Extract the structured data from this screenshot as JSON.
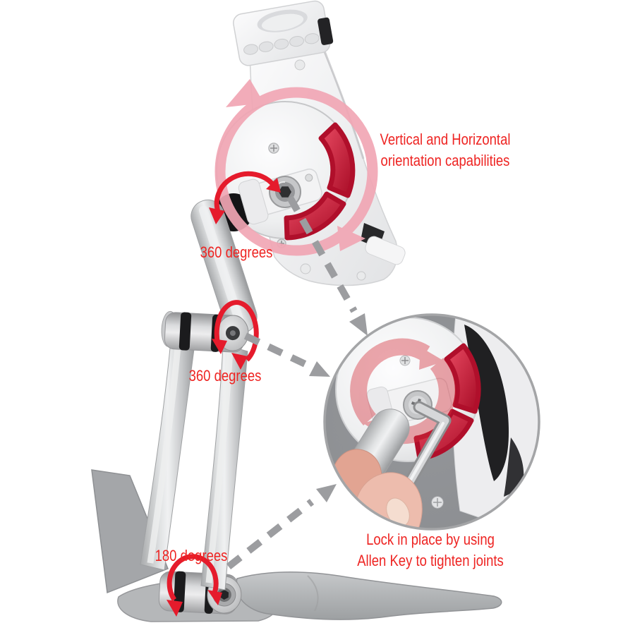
{
  "annotations": {
    "orientation_note": {
      "line1": "Vertical and Horizontal",
      "line2": "orientation capabilities"
    },
    "rotation_upper_label": "360 degrees",
    "rotation_middle_label": "360 degrees",
    "rotation_base_label": "180 degrees",
    "lock_note": {
      "line1": "Lock in place by using",
      "line2": "Allen Key to tighten joints"
    }
  },
  "colors": {
    "background": "#ffffff",
    "annotation_text_red": "#ee2422",
    "rotation_arrow_red": "#e51b2c",
    "rotation_arrow_pink": "#f1a6b4",
    "callout_dashed_gray": "#9c9da0",
    "pad_red": "#c41330",
    "metal_silver": "#c6c8ca",
    "plastic_white": "#f2f2f4",
    "inset_background": "#909295"
  },
  "icons": {
    "rotation_upper": "circular-arrow-icon",
    "rotation_middle": "circular-arrow-icon",
    "rotation_base": "circular-arrow-icon",
    "orientation_ring": "pink-rotation-ring-icon",
    "callout_arrows": "dashed-arrow-icon",
    "inset_watermark": "rotation-watermark-icon"
  }
}
